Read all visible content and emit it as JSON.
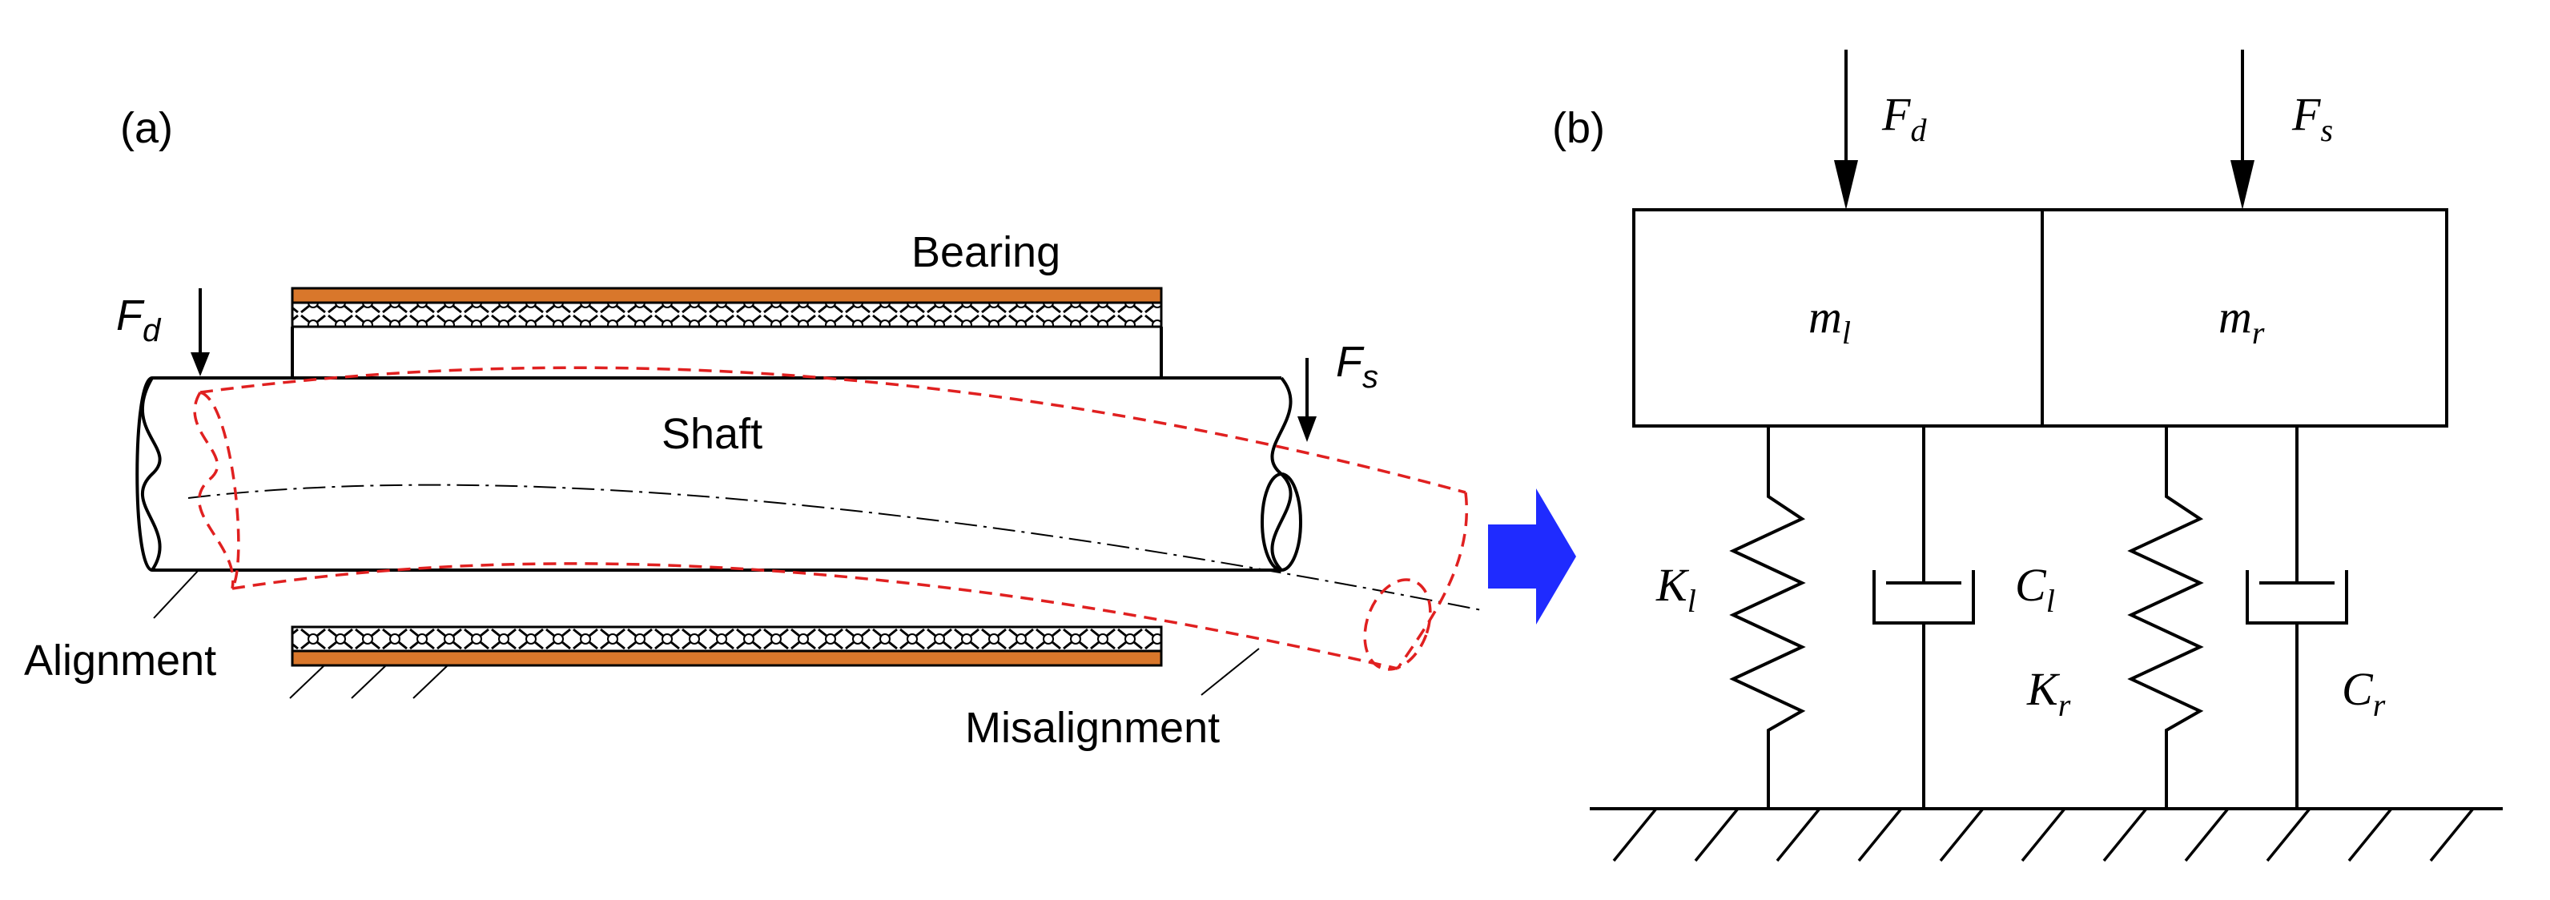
{
  "panel_a": {
    "label": "(a)",
    "bearing_label": "Bearing",
    "shaft_label": "Shaft",
    "alignment_label": "Alignment",
    "misalignment_label": "Misalignment",
    "force_d": {
      "main": "F",
      "sub": "d"
    },
    "force_s": {
      "main": "F",
      "sub": "s"
    },
    "colors": {
      "bearing": "#d9772b",
      "misalignment": "#e02020"
    }
  },
  "panel_b": {
    "label": "(b)",
    "force_d": {
      "main": "F",
      "sub": "d"
    },
    "force_s": {
      "main": "F",
      "sub": "s"
    },
    "mass_left": {
      "main": "m",
      "sub": "l"
    },
    "mass_right": {
      "main": "m",
      "sub": "r"
    },
    "spring_left": {
      "main": "K",
      "sub": "l"
    },
    "spring_right": {
      "main": "K",
      "sub": "r"
    },
    "damper_left": {
      "main": "C",
      "sub": "l"
    },
    "damper_right": {
      "main": "C",
      "sub": "r"
    }
  },
  "arrow": {
    "color": "#1f2bff",
    "icon": "right-arrow-icon"
  }
}
